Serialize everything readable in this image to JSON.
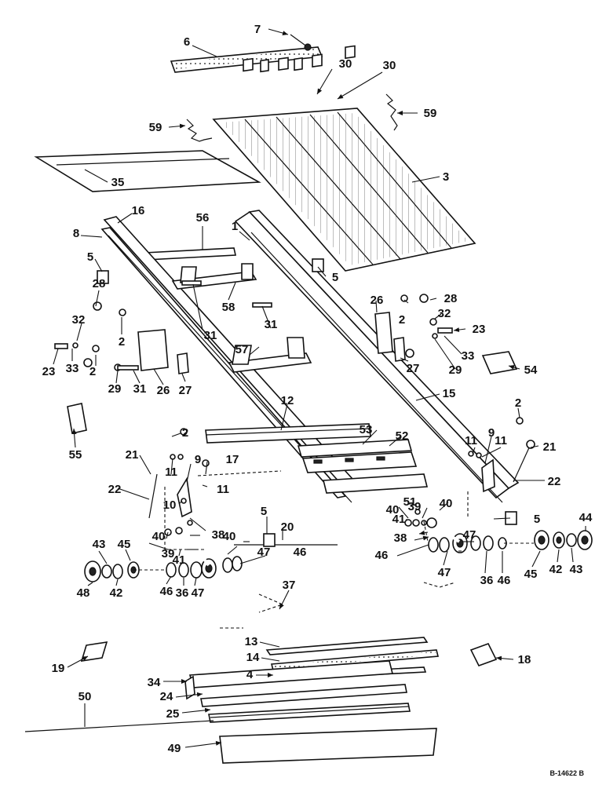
{
  "figure": {
    "reference": "B-14622 B"
  },
  "callouts": [
    "1",
    "2",
    "3",
    "4",
    "5",
    "6",
    "7",
    "8",
    "9",
    "10",
    "11",
    "12",
    "13",
    "14",
    "15",
    "16",
    "17",
    "18",
    "19",
    "20",
    "21",
    "22",
    "23",
    "24",
    "25",
    "26",
    "27",
    "28",
    "29",
    "30",
    "31",
    "32",
    "33",
    "34",
    "35",
    "36",
    "37",
    "38",
    "39",
    "40",
    "41",
    "42",
    "43",
    "44",
    "45",
    "46",
    "47",
    "48",
    "49",
    "50",
    "51",
    "52",
    "53",
    "54",
    "55",
    "56",
    "57",
    "58",
    "59"
  ]
}
